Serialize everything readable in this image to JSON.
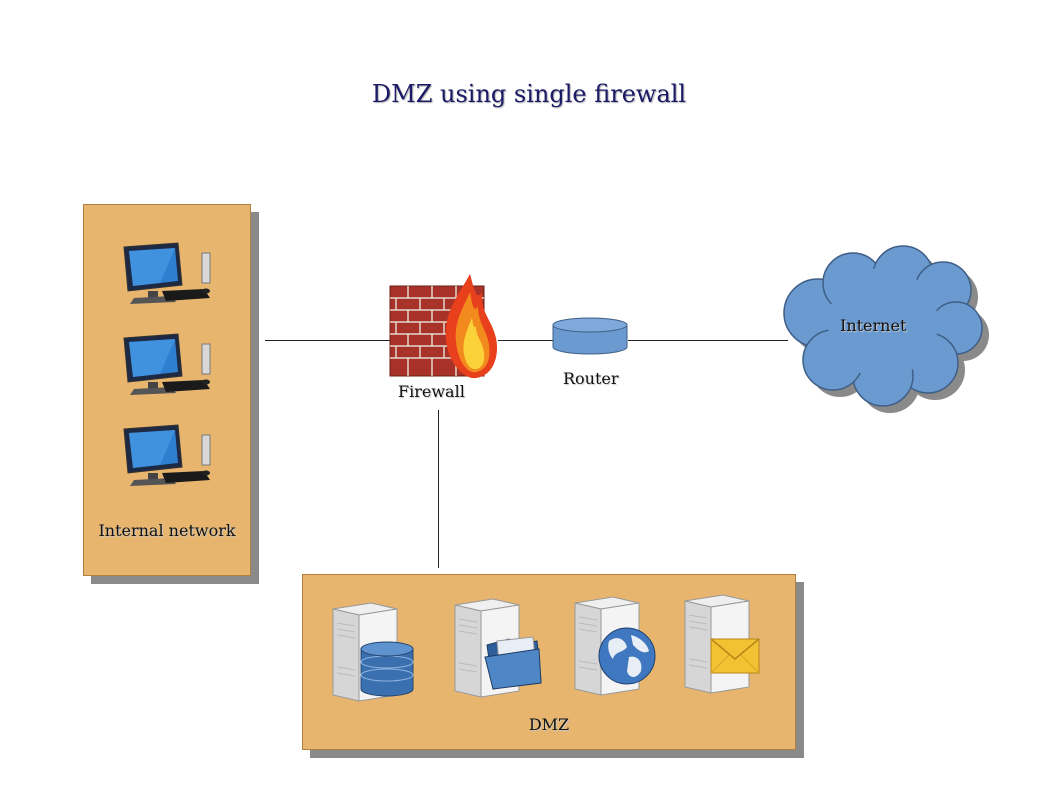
{
  "title": "DMZ using single firewall",
  "internal_network": {
    "label": "Internal network",
    "computers": [
      "desktop-computer-icon",
      "desktop-computer-icon",
      "desktop-computer-icon"
    ]
  },
  "firewall": {
    "label": "Firewall",
    "icon": "firewall-icon"
  },
  "router": {
    "label": "Router",
    "icon": "router-icon"
  },
  "internet": {
    "label": "Internet",
    "icon": "cloud-icon"
  },
  "dmz": {
    "label": "DMZ",
    "servers": [
      "database-server-icon",
      "file-server-icon",
      "web-server-icon",
      "mail-server-icon"
    ]
  },
  "colors": {
    "zone_fill": "#e8b56e",
    "cloud_fill": "#6a9ad0",
    "router_fill": "#6a9ad0",
    "title_color": "#1a1a66"
  }
}
